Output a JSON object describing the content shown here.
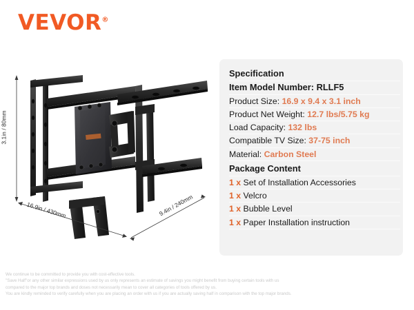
{
  "brand": {
    "name": "VEVOR",
    "registered_mark": "®"
  },
  "product_image": {
    "alt_name": "tv-wall-mount-bracket",
    "dimensions": {
      "height_label": "3.1in / 80mm",
      "width_label": "16.9in / 430mm",
      "depth_label": "9.4in / 240mm"
    }
  },
  "specification": {
    "section_title": "Specification",
    "model_label": "Item Model Number:",
    "model_value": "RLLF5",
    "rows": [
      {
        "label": "Product Size:",
        "value": "16.9 x 9.4 x 3.1 inch"
      },
      {
        "label": "Product Net Weight:",
        "value": "12.7 lbs/5.75 kg"
      },
      {
        "label": "Load Capacity:",
        "value": "132 lbs"
      },
      {
        "label": "Compatible TV Size:",
        "value": "37-75 inch"
      },
      {
        "label": "Material:",
        "value": "Carbon Steel"
      }
    ]
  },
  "package_content": {
    "section_title": "Package Content",
    "items": [
      {
        "qty": "1 x",
        "name": "Set of Installation Accessories"
      },
      {
        "qty": "1 x",
        "name": "Velcro"
      },
      {
        "qty": "1 x",
        "name": "Bubble Level"
      },
      {
        "qty": "1 x",
        "name": "Paper Installation instruction"
      }
    ]
  },
  "disclaimer": {
    "line1": "We continue to be committed to provide you with cost-effective tools.",
    "line2": "\"Save Half\"or any other similar expressions used by us only represents an estimate of savings you might benefit from buying certain tools with us",
    "line3": "compared to the major top brands and doses not necessarily mean to cover all categories of tools offered by us.",
    "line4": "You are kindly reminded to verify carefully when you are placing an order with us if you are actually saving half in comparison with the top major brands."
  },
  "colors": {
    "brand_orange": "#F15A24",
    "value_orange": "#E07B52",
    "qty_orange": "#E0632A",
    "panel_bg": "#f2f2f2",
    "text_dark": "#1a1a1a",
    "disclaimer_gray": "#c9c9c9"
  }
}
